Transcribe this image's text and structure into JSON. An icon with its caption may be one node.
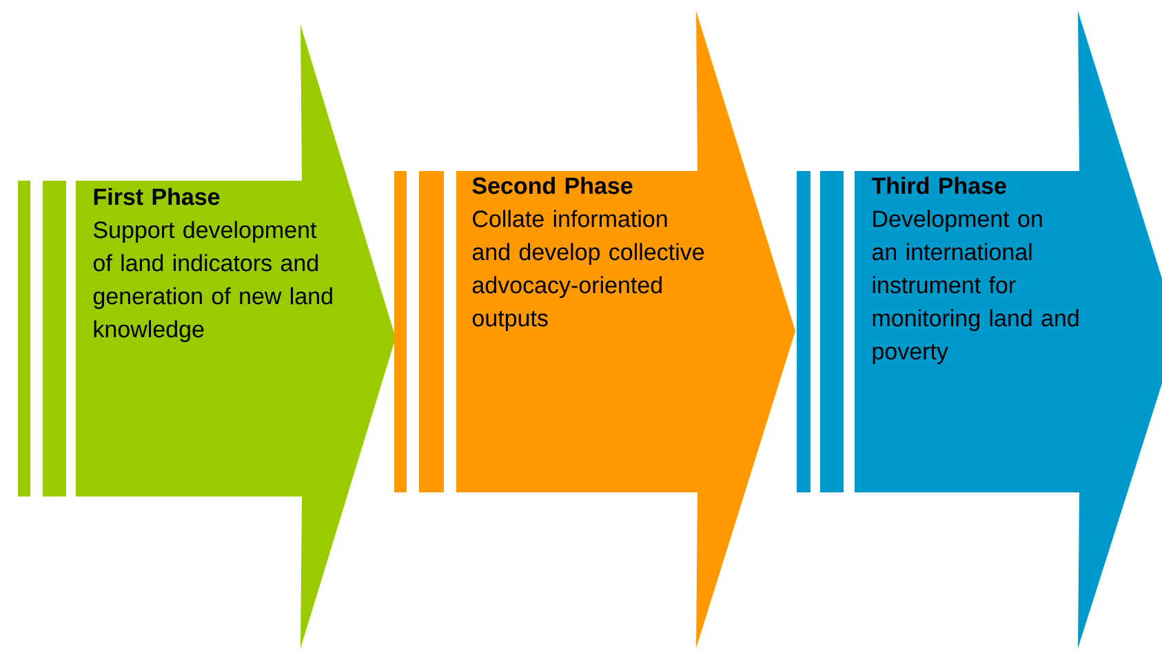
{
  "diagram": {
    "nodes": [
      {
        "text": [
          "First Phase",
          "Support development of land indicators and generation of new land knowledge"
        ]
      },
      {
        "text": [
          "Second Phase",
          "Collate information and develop collective advocacy-oriented outputs"
        ]
      },
      {
        "text": [
          "Third Phase",
          "Development on an international instrument for monitoring land and poverty"
        ]
      }
    ]
  }
}
